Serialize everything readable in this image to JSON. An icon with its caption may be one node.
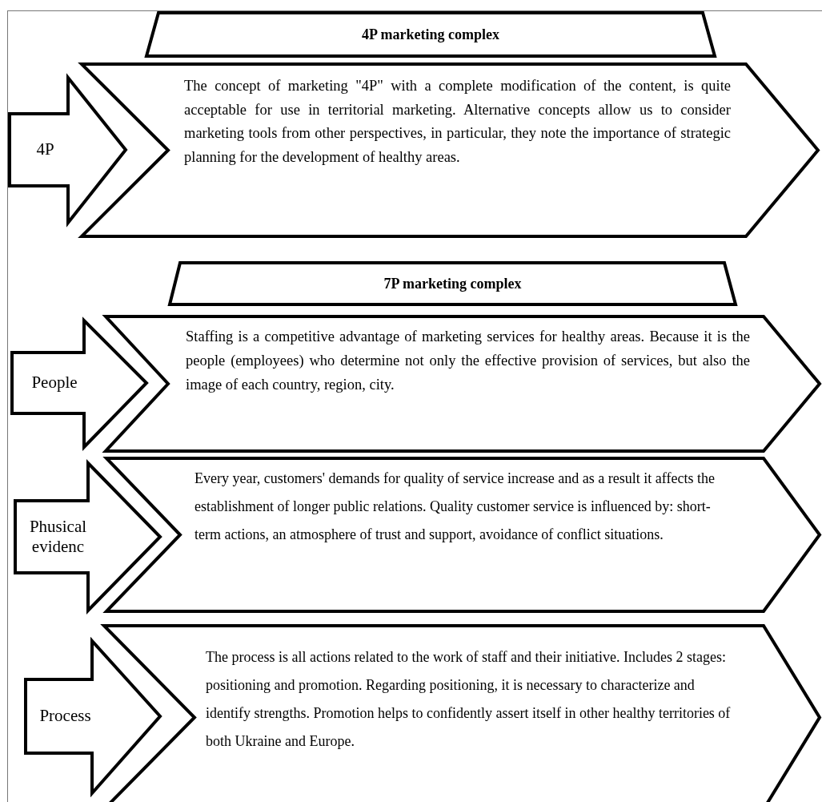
{
  "diagram": {
    "nodes": [
      {
        "text": [
          "4P marketing complex"
        ]
      },
      {
        "text": [
          "4P"
        ]
      },
      {
        "text": [
          "The concept of marketing \"4P\" with a complete modification of the content, is quite acceptable for use in territorial marketing. Alternative concepts allow us to consider marketing tools from other perspectives, in particular, they note the importance of strategic planning for the development of healthy areas."
        ]
      },
      {
        "text": [
          "7P marketing complex"
        ]
      },
      {
        "text": [
          "People"
        ]
      },
      {
        "text": [
          "Staffing is a competitive advantage of marketing services for healthy areas. Because it is the people (employees) who determine not only the effective provision of services, but also the image of each country, region, city."
        ]
      },
      {
        "text": [
          "Phusical evidenc"
        ]
      },
      {
        "text": [
          "Every year, customers' demands for quality of service increase and as a result it affects the establishment of longer public relations. Quality customer service is influenced by: short-term actions, an atmosphere of trust and support, avoidance of conflict situations."
        ]
      },
      {
        "text": [
          "Process"
        ]
      },
      {
        "text": [
          "The process is all actions related to the work of staff and their initiative. Includes 2 stages: positioning and promotion. Regarding positioning, it is necessary to characterize and identify strengths. Promotion helps to confidently assert itself in other healthy territories of both Ukraine and Europe."
        ]
      }
    ]
  }
}
